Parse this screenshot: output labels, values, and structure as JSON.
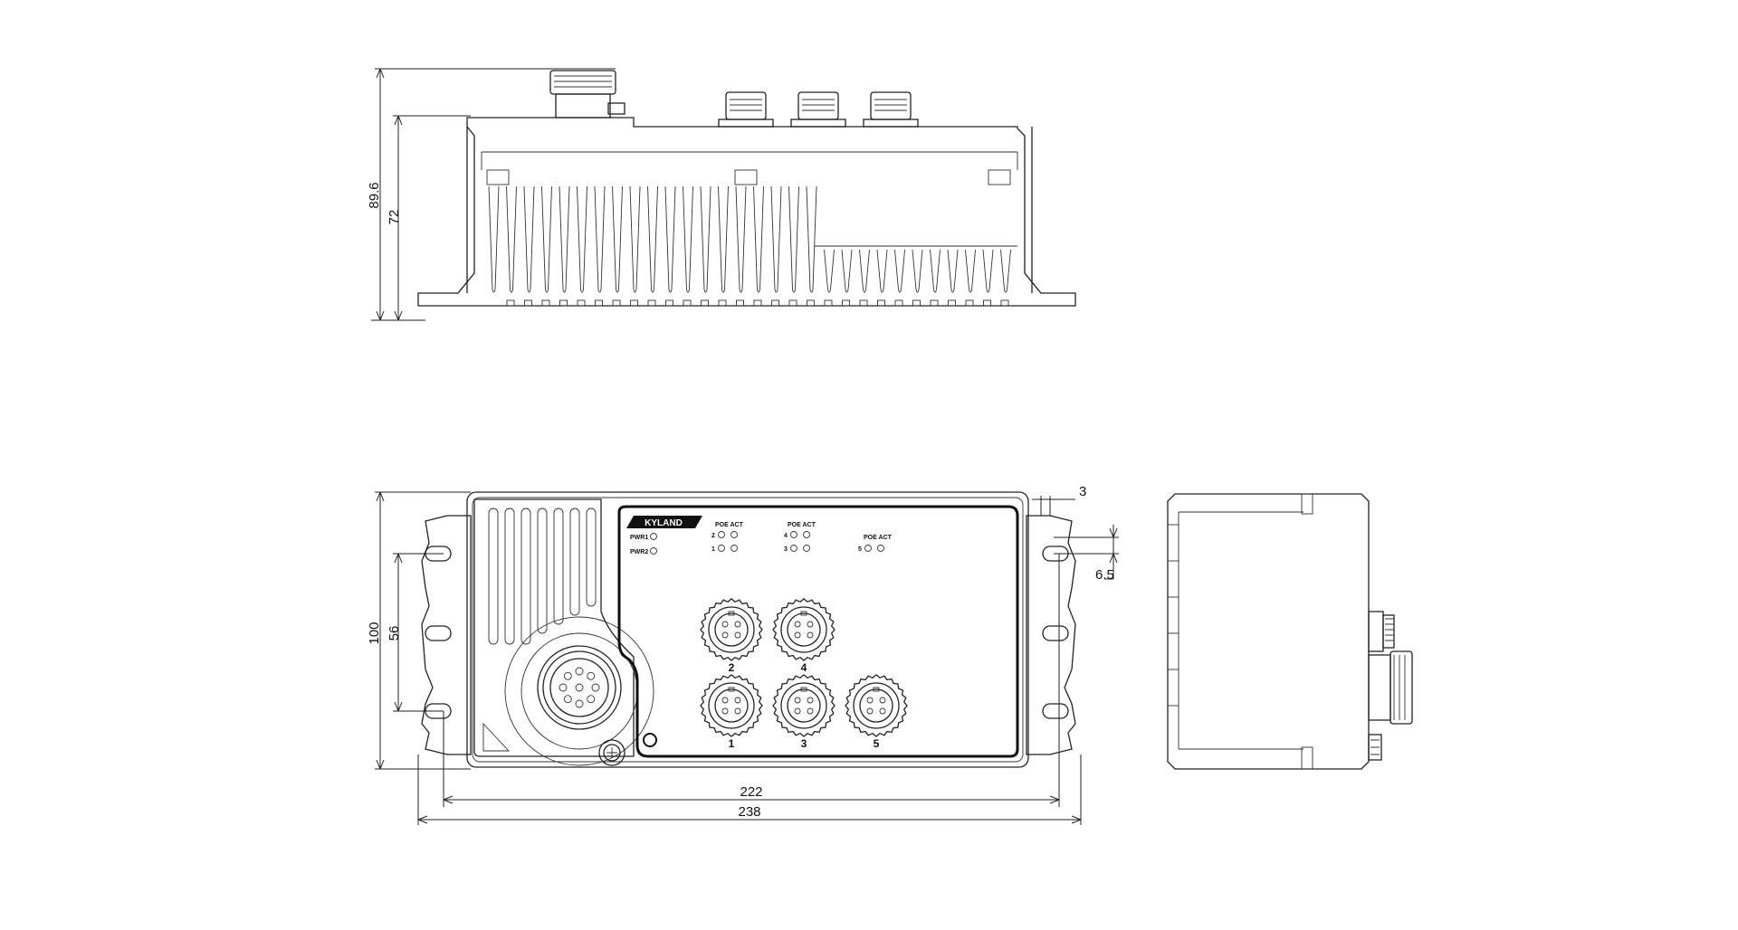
{
  "dimensions": {
    "side_overall_height": "89.6",
    "side_body_height": "72",
    "front_height": "100",
    "front_hole_spacing": "56",
    "front_hole_pitch": "222",
    "front_overall_width": "238",
    "front_edge_offset": "3",
    "front_hole_offset": "6.5"
  },
  "panel": {
    "logo": "KYLAND",
    "led_pwr1": "PWR1",
    "led_pwr2": "PWR2",
    "led_group_a_header": "POE ACT",
    "led_group_b_header": "POE ACT",
    "led_group_c_header": "POE ACT",
    "led_row_2": "2",
    "led_row_1": "1",
    "led_row_4": "4",
    "led_row_3": "3",
    "led_row_5": "5"
  },
  "ports": [
    {
      "label": "2"
    },
    {
      "label": "4"
    },
    {
      "label": "1"
    },
    {
      "label": "3"
    },
    {
      "label": "5"
    }
  ],
  "colors": {
    "line": "#222222",
    "background": "#ffffff"
  }
}
